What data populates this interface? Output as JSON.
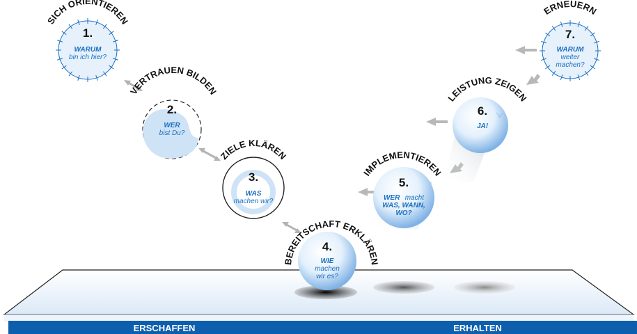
{
  "stages": [
    {
      "title": "SICH ORIENTIEREN",
      "number": "1.",
      "question_strong": "WARUM",
      "question_rest": "bin ich hier?"
    },
    {
      "title": "VERTRAUEN BILDEN",
      "number": "2.",
      "question_strong": "WER",
      "question_rest": "bist Du?"
    },
    {
      "title": "ZIELE KLÄREN",
      "number": "3.",
      "question_strong": "WAS",
      "question_rest": "machen wir?"
    },
    {
      "title": "BEREITSCHAFT ERKLÄREN",
      "number": "4.",
      "question_strong": "WIE",
      "question_rest_1": "machen",
      "question_rest_2": "wir es?"
    },
    {
      "title": "IMPLEMENTIEREN",
      "number": "5.",
      "question_strong": "WER",
      "question_rest": "macht",
      "question_strong_2": "WAS, WANN,",
      "question_strong_3": "WO?"
    },
    {
      "title": "LEISTUNG ZEIGEN",
      "number": "6.",
      "question_strong": "JA!"
    },
    {
      "title": "ERNEUERN",
      "number": "7.",
      "question_strong": "WARUM",
      "question_rest_1": "weiter",
      "question_rest_2": "machen?"
    }
  ],
  "footer": {
    "left_label": "ERSCHAFFEN",
    "right_label": "ERHALTEN"
  },
  "colors": {
    "accent": "#1a6fc0",
    "band": "#0d5fae",
    "sphere_light": "#ffffff",
    "sphere_mid": "#d6e9fb",
    "sphere_dark": "#8dbbe8"
  }
}
